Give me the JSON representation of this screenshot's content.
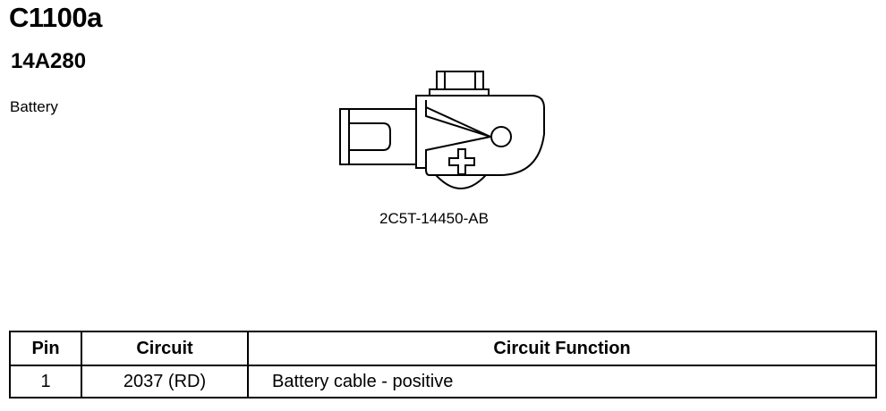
{
  "header": {
    "title": "C1100a",
    "part_code": "14A280",
    "description": "Battery"
  },
  "diagram": {
    "part_number": "2C5T-14450-AB",
    "icons": [
      "battery-terminal-connector",
      "positive-plus-icon"
    ]
  },
  "table": {
    "headers": {
      "pin": "Pin",
      "circuit": "Circuit",
      "function": "Circuit Function"
    },
    "rows": [
      {
        "pin": "1",
        "circuit": "2037 (RD)",
        "function": "Battery cable - positive"
      }
    ]
  }
}
